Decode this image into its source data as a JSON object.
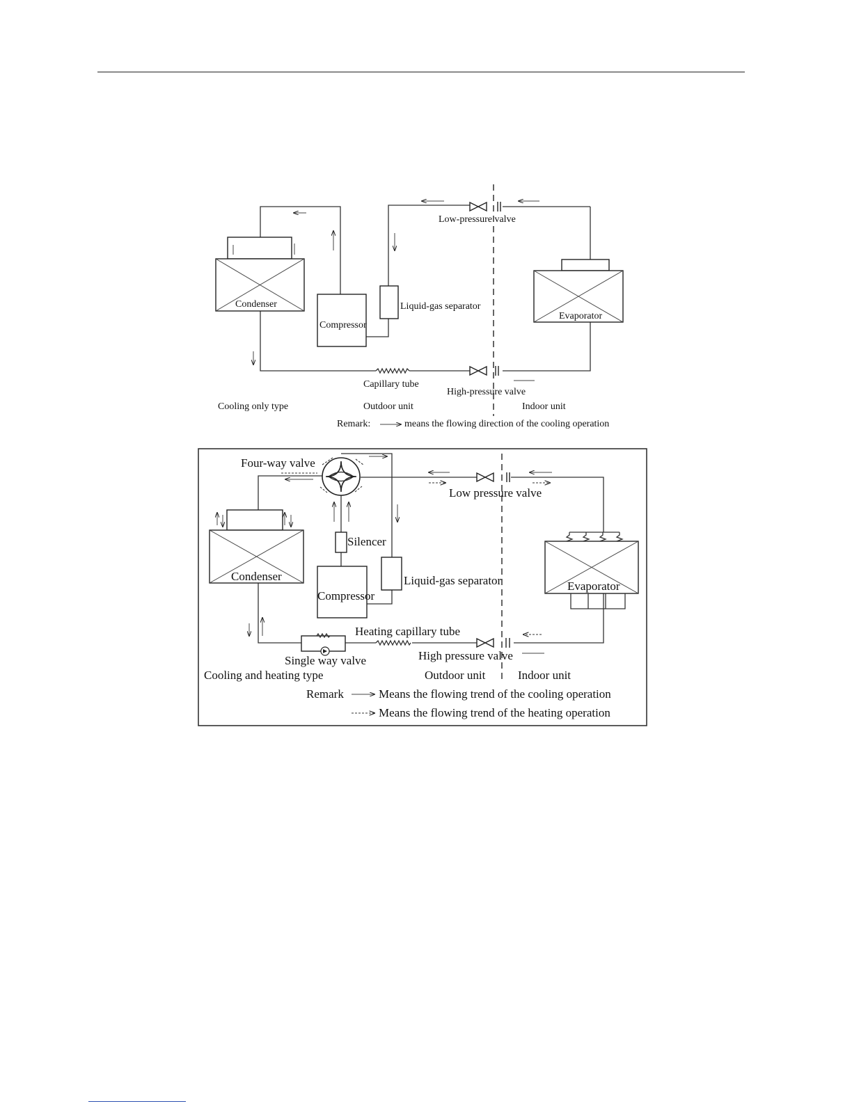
{
  "diagram1": {
    "condenser": "Condenser",
    "compressor": "Compressor",
    "liquid_gas_separator": "Liquid-gas separator",
    "evaporator": "Evaporator",
    "low_pressure_valve": "Low-pressure valve",
    "high_pressure_valve": "High-pressure valve",
    "capillary_tube": "Capillary tube",
    "type_label": "Cooling only type",
    "outdoor_unit": "Outdoor unit",
    "indoor_unit": "Indoor unit",
    "remark_prefix": "Remark:",
    "remark_text": "means the flowing direction of the cooling operation"
  },
  "diagram2": {
    "four_way_valve": "Four-way valve",
    "low_pressure_valve": "Low pressure valve",
    "silencer": "Silencer",
    "condenser": "Condenser",
    "compressor": "Compressor",
    "liquid_gas_separator": "Liquid-gas separator",
    "evaporator": "Evaporator",
    "heating_capillary_tube": "Heating capillary tube",
    "single_way_valve": "Single way valve",
    "high_pressure_valve": "High pressure valve",
    "type_label": "Cooling and heating type",
    "outdoor_unit": "Outdoor unit",
    "indoor_unit": "Indoor unit",
    "remark_prefix": "Remark",
    "remark_cooling": "Means the flowing trend of the cooling operation",
    "remark_heating": "Means the flowing trend of the heating operation"
  }
}
